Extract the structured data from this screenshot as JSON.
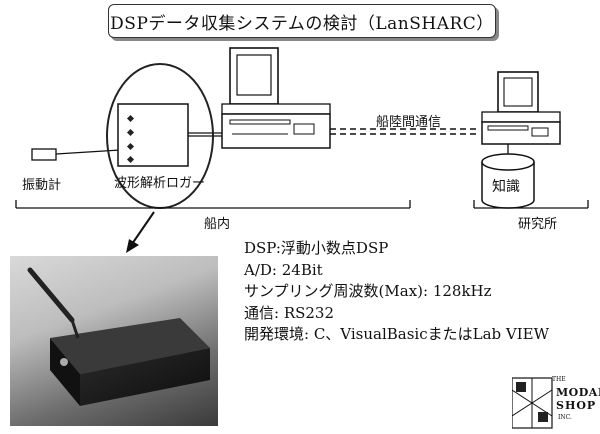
{
  "title": "DSPデータ収集システムの検討（LanSHARC）",
  "labels": {
    "vibrometer": "振動計",
    "logger": "波形解析ロガー",
    "ship_link": "船陸間通信",
    "knowledge": "知識",
    "onboard": "船内",
    "lab": "研究所"
  },
  "specs": [
    "DSP:浮動小数点DSP",
    "A/D: 24Bit",
    "サンプリング周波数(Max): 128kHz",
    "通信: RS232",
    "開発環境: C、VisualBasicまたはLab VIEW"
  ],
  "logo": {
    "vertical_letters": "THE",
    "line1": "MODAL",
    "line2": "SHOP",
    "vertical_letters2": "INC."
  }
}
